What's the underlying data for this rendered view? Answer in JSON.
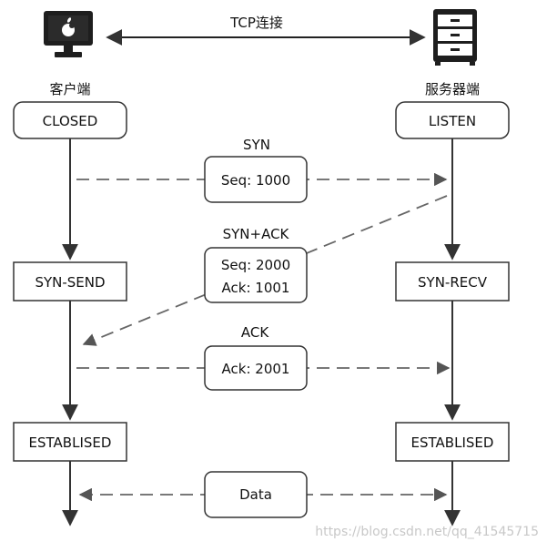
{
  "header": {
    "connection_label": "TCP连接"
  },
  "client": {
    "label": "客户端",
    "states": {
      "closed": "CLOSED",
      "syn_send": "SYN-SEND",
      "established": "ESTABLISED"
    }
  },
  "server": {
    "label": "服务器端",
    "states": {
      "listen": "LISTEN",
      "syn_recv": "SYN-RECV",
      "established": "ESTABLISED"
    }
  },
  "messages": {
    "syn": {
      "title": "SYN",
      "lines": [
        "Seq: 1000"
      ]
    },
    "syn_ack": {
      "title": "SYN+ACK",
      "lines": [
        "Seq: 2000",
        "Ack: 1001"
      ]
    },
    "ack": {
      "title": "ACK",
      "lines": [
        "Ack: 2001"
      ]
    },
    "data": {
      "label": "Data"
    }
  },
  "watermark": "https://blog.csdn.net/qq_41545715",
  "colors": {
    "line": "#3a3a3a",
    "dash": "#666666",
    "box_border": "#333333"
  }
}
